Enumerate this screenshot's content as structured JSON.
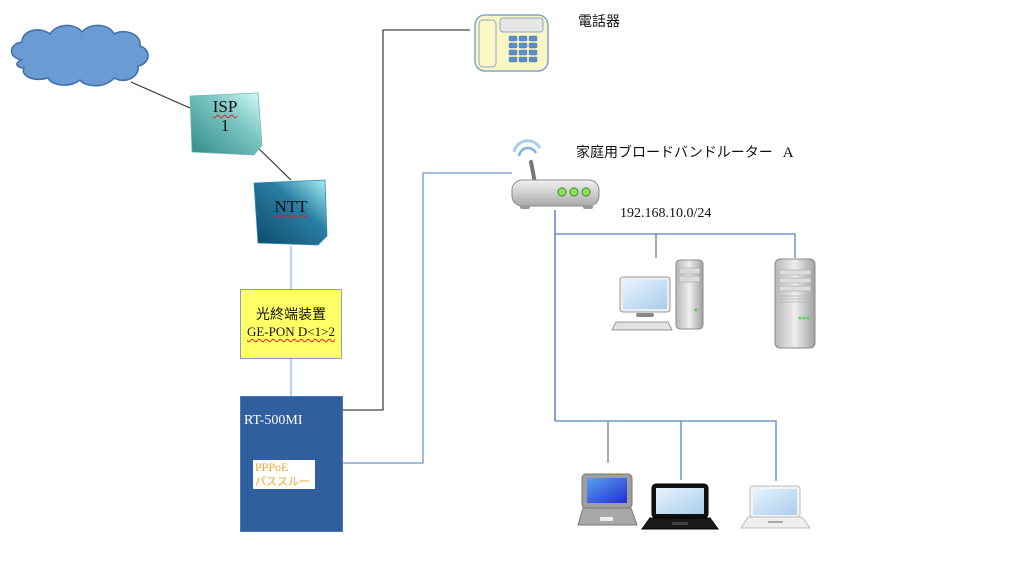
{
  "diagram": {
    "nodes": {
      "internet": {
        "label": "",
        "type": "cloud",
        "color": "#6a9bd3"
      },
      "isp": {
        "line1": "ISP",
        "line2": "1",
        "type": "cube",
        "color": "#4fa8a6"
      },
      "ntt": {
        "label": "NTT",
        "type": "cube",
        "color": "#1c6b8e"
      },
      "onu": {
        "title": "光終端装置",
        "model": "GE-PON D<1>2",
        "color": "#ffff66"
      },
      "rt": {
        "name": "RT-500MI",
        "note_line1": "PPPoE",
        "note_line2": "パススルー",
        "color": "#2f5f9e",
        "note_color": "#f5a623"
      },
      "phone": {
        "label": "電話器"
      },
      "router": {
        "label": "家庭用ブロードバンドルーター",
        "suffix": "A"
      },
      "lan": {
        "subnet": "192.168.10.0/24"
      },
      "desktop": {
        "type": "desktop-pc"
      },
      "server": {
        "type": "tower-server"
      },
      "laptops": [
        {
          "type": "laptop-silver-blue"
        },
        {
          "type": "laptop-black"
        },
        {
          "type": "laptop-white"
        }
      ]
    },
    "links": [
      {
        "from": "internet",
        "to": "isp",
        "color": "#333333"
      },
      {
        "from": "isp",
        "to": "ntt",
        "color": "#333333"
      },
      {
        "from": "ntt",
        "to": "onu",
        "color": "#8fb0d8"
      },
      {
        "from": "onu",
        "to": "rt",
        "color": "#8fb0d8"
      },
      {
        "from": "rt",
        "to": "phone",
        "color": "#444444"
      },
      {
        "from": "rt",
        "to": "router",
        "color": "#6f95c9"
      },
      {
        "from": "router",
        "to": "desktop",
        "color": "#5b82c0"
      },
      {
        "from": "router",
        "to": "server",
        "color": "#5b82c0"
      },
      {
        "from": "router",
        "to": "laptops",
        "color": "#5b82c0"
      }
    ]
  }
}
